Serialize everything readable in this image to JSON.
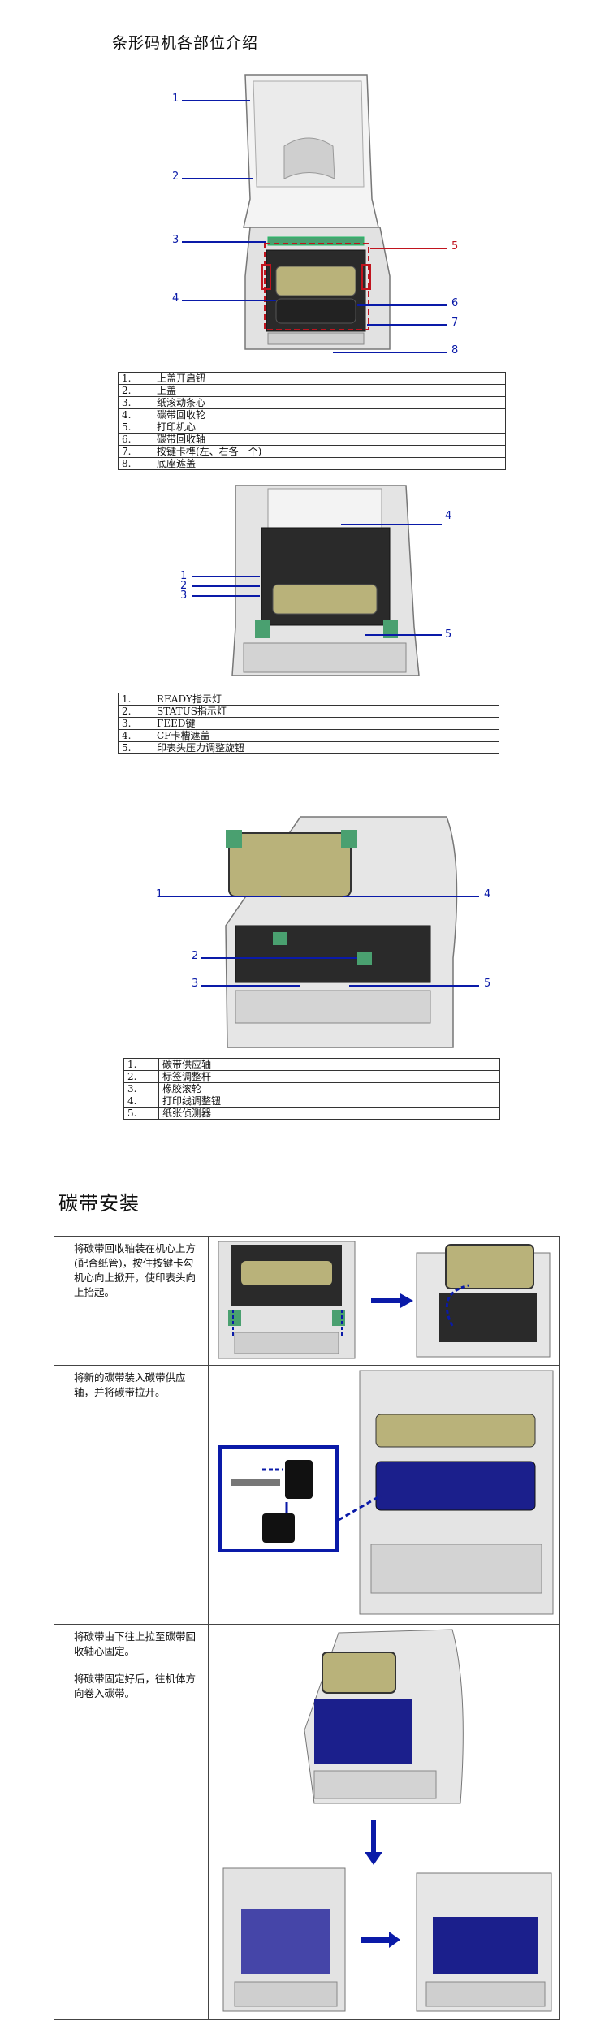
{
  "section1": {
    "title": "条形码机各部位介绍",
    "figure1_callouts": [
      "1",
      "2",
      "3",
      "4",
      "5",
      "6",
      "7",
      "8"
    ],
    "table1": [
      {
        "n": "1.",
        "label": "上盖开启钮"
      },
      {
        "n": "2.",
        "label": "上盖"
      },
      {
        "n": "3.",
        "label": "纸滚动条心"
      },
      {
        "n": "4.",
        "label": "碳带回收轮"
      },
      {
        "n": "5.",
        "label": "打印机心"
      },
      {
        "n": "6.",
        "label": "碳带回收轴"
      },
      {
        "n": "7.",
        "label": "按键卡榫(左、右各一个)"
      },
      {
        "n": "8.",
        "label": "底座遮盖"
      }
    ],
    "figure2_callouts": [
      "1",
      "2",
      "3",
      "4",
      "5"
    ],
    "table2": [
      {
        "n": "1.",
        "label": "READY指示灯"
      },
      {
        "n": "2.",
        "label": "STATUS指示灯"
      },
      {
        "n": "3.",
        "label": "FEED键"
      },
      {
        "n": "4.",
        "label": "CF卡槽遮盖"
      },
      {
        "n": "5.",
        "label": "印表头压力调整旋钮"
      }
    ],
    "figure3_callouts": [
      "1",
      "2",
      "3",
      "4",
      "5"
    ],
    "table3": [
      {
        "n": "1.",
        "label": "碳带供应轴"
      },
      {
        "n": "2.",
        "label": "标签调整杆"
      },
      {
        "n": "3.",
        "label": "橡胶滚轮"
      },
      {
        "n": "4.",
        "label": "打印线调整钮"
      },
      {
        "n": "5.",
        "label": "纸张侦测器"
      }
    ]
  },
  "section2": {
    "title": "碳带安装",
    "steps": [
      {
        "text": [
          "将碳带回收轴装在机心上方(配合纸管)，按住按键卡勾机心向上掀开，使印表头向上抬起。"
        ]
      },
      {
        "text": [
          "将新的碳带装入碳带供应轴，并将碳带拉开。"
        ]
      },
      {
        "text": [
          "将碳带由下往上拉至碳带回收轴心固定。",
          "将碳带固定好后，往机体方向卷入碳带。"
        ]
      }
    ]
  },
  "colors": {
    "callout_blue": "#0a1aa8",
    "callout_red": "#c0141e",
    "ribbon_blue": "#1b1f8c",
    "ribbon_gold": "#b9b27a",
    "plastic_grey": "#d8d8d8"
  }
}
